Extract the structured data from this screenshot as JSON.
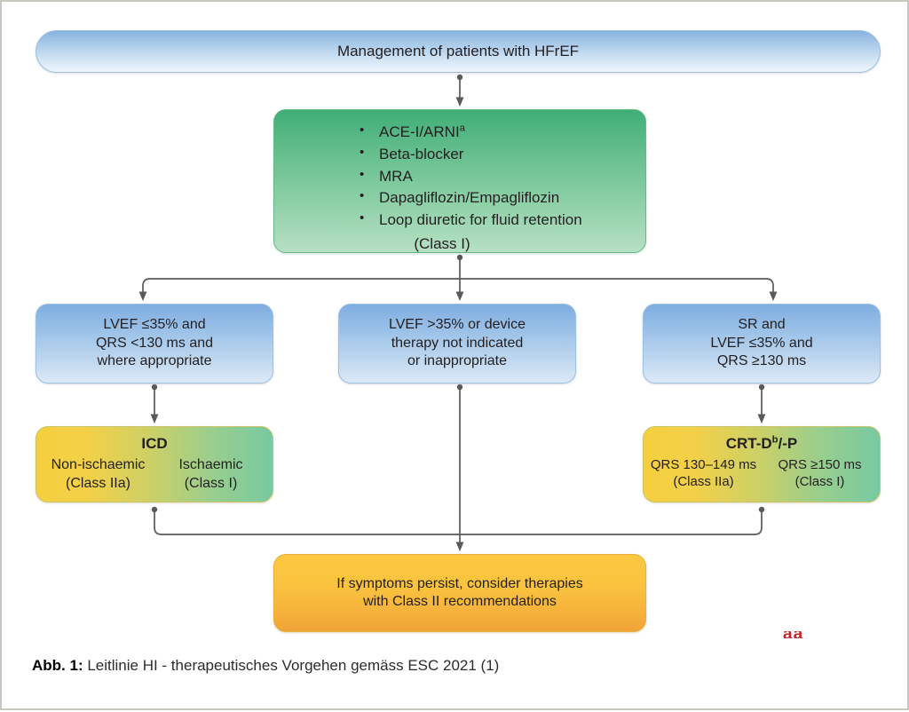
{
  "figure": {
    "caption_label": "Abb. 1:",
    "caption_text": " Leitlinie HI - therapeutisches Vorgehen gemäss ESC 2021 (1)",
    "artifact_text": "aa"
  },
  "colors": {
    "blue_top": "#7fade0",
    "blue_bottom": "#dce9f7",
    "green_top": "#3fae77",
    "green_bottom": "#b6e0c3",
    "gradient_yellow": "#f6cf3e",
    "gradient_green": "#77c9a2",
    "orange_top": "#fbc840",
    "orange_bottom": "#f0a338",
    "connector": "#5a5a5a",
    "frame_border": "#c9c6c2",
    "text": "#231f20"
  },
  "flowchart": {
    "banner": {
      "title": "Management of patients with HFrEF"
    },
    "therapy": {
      "bullets": [
        "ACE-I/ARNI",
        "Beta-blocker",
        "MRA",
        "Dapagliflozin/Empagliflozin",
        "Loop diuretic for fluid retention"
      ],
      "bullet_superscripts": [
        "a",
        "",
        "",
        "",
        ""
      ],
      "class_line": "(Class I)"
    },
    "criteria": [
      {
        "id": "lvef-low",
        "lines": [
          "LVEF ≤35% and",
          "QRS <130 ms and",
          "where appropriate"
        ]
      },
      {
        "id": "lvef-high",
        "lines": [
          "LVEF >35% or device",
          "therapy not indicated",
          "or inappropriate"
        ]
      },
      {
        "id": "sr",
        "lines": [
          "SR and",
          "LVEF ≤35% and",
          "QRS ≥130 ms"
        ]
      }
    ],
    "devices": [
      {
        "id": "icd",
        "title": "ICD",
        "title_superscript": "",
        "title_suffix": "",
        "left_option": "Non-ischaemic",
        "left_class": "(Class IIa)",
        "right_option": "Ischaemic",
        "right_class": "(Class I)"
      },
      {
        "id": "crt",
        "title": "CRT-D",
        "title_superscript": "b",
        "title_suffix": "/-P",
        "left_option": "QRS 130–149 ms",
        "left_class": "(Class IIa)",
        "right_option": "QRS ≥150 ms",
        "right_class": "(Class I)"
      }
    ],
    "outcome": {
      "lines": [
        "If symptoms persist, consider therapies",
        "with Class II recommendations"
      ]
    }
  }
}
